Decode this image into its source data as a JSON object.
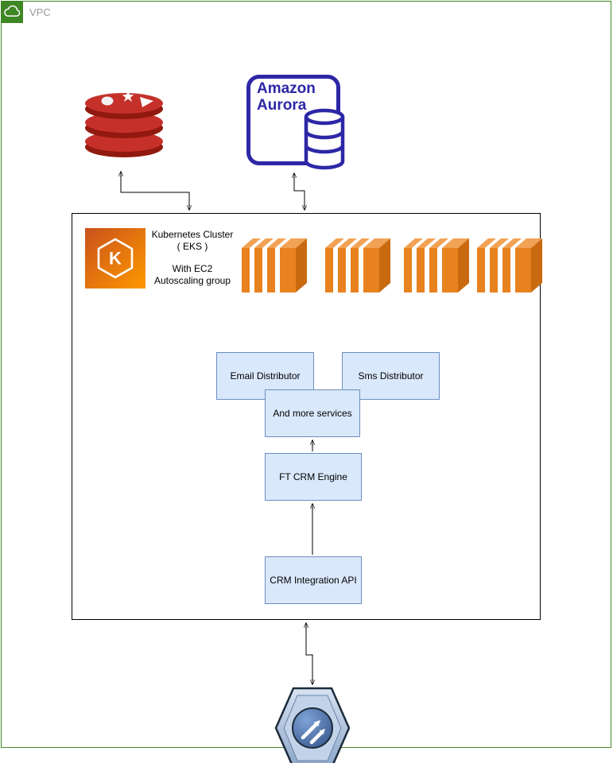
{
  "vpc": {
    "label": "VPC"
  },
  "nodes": {
    "redis": {
      "icon": "redis-icon"
    },
    "aurora": {
      "label": "Amazon Aurora",
      "icon": "aurora-database-icon"
    },
    "eks_cluster": {
      "title": "Kubernetes Cluster ( EKS )",
      "subtitle": "With EC2 Autoscaling group",
      "icon": "eks-icon",
      "icon_letter": "K",
      "ec2_icon_count": 4
    },
    "services": [
      {
        "label": "Email Distributor"
      },
      {
        "label": "Sms Distributor"
      },
      {
        "label": "And more services"
      },
      {
        "label": "FT CRM Engine"
      },
      {
        "label": "CRM Integration API"
      }
    ],
    "gateway": {
      "icon": "api-gateway-hexagon-icon"
    }
  },
  "edges": [
    {
      "from": "eks-cluster",
      "to": "redis",
      "bidirectional": true
    },
    {
      "from": "eks-cluster",
      "to": "amazon-aurora",
      "bidirectional": true
    },
    {
      "from": "crm-integration-api",
      "to": "ft-crm-engine",
      "bidirectional": false
    },
    {
      "from": "ft-crm-engine",
      "to": "and-more-services",
      "bidirectional": false
    },
    {
      "from": "eks-cluster",
      "to": "api-gateway",
      "bidirectional": true
    }
  ],
  "colors": {
    "vpc_border": "#3F8624",
    "vpc_label": "#999999",
    "service_fill": "#DAE8FC",
    "service_border": "#6C8EBF",
    "aurora_blue": "#2D27A7",
    "redis_red": "#C6302B",
    "redis_red_dark": "#91190F",
    "ec2_orange": "#E8821E",
    "arrow": "#000000"
  }
}
